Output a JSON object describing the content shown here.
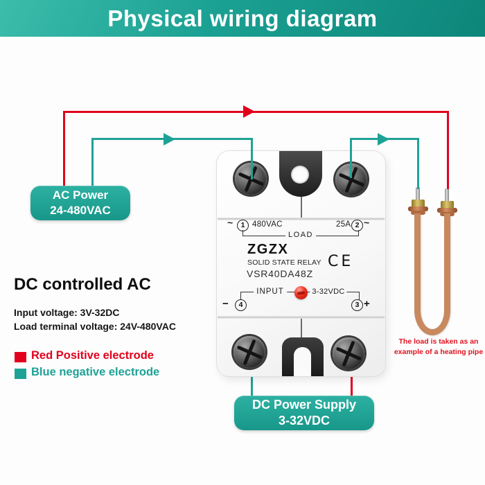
{
  "colors": {
    "teal": "#1fa296",
    "red": "#e2001c"
  },
  "banner": {
    "title": "Physical wiring diagram"
  },
  "ac_power_label": {
    "line1": "AC Power",
    "line2": "24-480VAC"
  },
  "dc_supply_label": {
    "line1": "DC Power Supply",
    "line2": "3-32VDC"
  },
  "info": {
    "heading": "DC controlled AC",
    "input_voltage": "Input voltage: 3V-32DC",
    "load_voltage": "Load terminal voltage: 24V-480VAC",
    "legend": [
      {
        "color": "#e2001c",
        "label": "Red Positive electrode"
      },
      {
        "color": "#1fa296",
        "label": "Blue negative electrode"
      }
    ]
  },
  "load_note": {
    "line1": "The load is taken as an",
    "line2": "example of a heating pipe"
  },
  "relay": {
    "brand": "ZGZX",
    "product": "SOLID STATE RELAY",
    "model": "VSR40DA48Z",
    "certification": "CE",
    "ac_side": {
      "tilde_left": "~",
      "terminal_1": "1",
      "voltage": "480VAC",
      "current": "25A",
      "terminal_2": "2",
      "tilde_right": "~",
      "load": "LOAD"
    },
    "dc_side": {
      "minus": "−",
      "terminal_4": "4",
      "input": "INPUT",
      "range": "3-32VDC",
      "terminal_3": "3",
      "plus": "+"
    }
  }
}
